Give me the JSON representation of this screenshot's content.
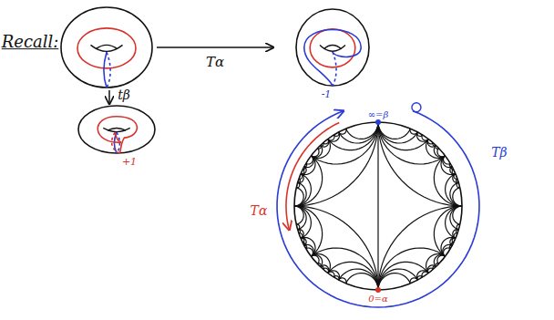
{
  "diagram": {
    "labels": [
      "Recall:",
      "Tα",
      "tβ",
      "-1",
      "+1",
      "∞=β",
      "0=α",
      "Tα",
      "Tβ"
    ]
  }
}
